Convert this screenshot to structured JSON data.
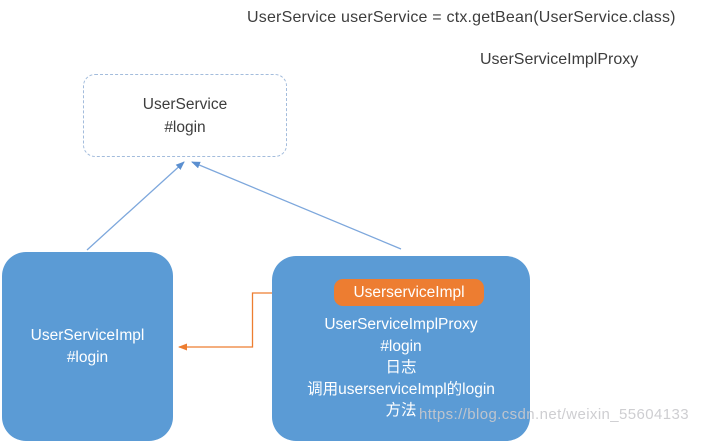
{
  "annotations": {
    "code_line": "UserService userService = ctx.getBean(UserService.class)",
    "proxy_label": "UserServiceImplProxy"
  },
  "nodes": {
    "interface": {
      "title": "UserService",
      "method": "#login"
    },
    "impl": {
      "title": "UserServiceImpl",
      "method": "#login"
    },
    "proxy": {
      "field_tag": "UserserviceImpl",
      "lines": [
        "UserServiceImplProxy",
        "#login",
        "日志",
        "调用userserviceImpl的login",
        "方法"
      ]
    }
  },
  "watermark": "https://blog.csdn.net/weixin_55604133",
  "colors": {
    "node_fill": "#5b9bd5",
    "tag_fill": "#ed7d31",
    "connector_blue": "#7da7dc",
    "arrowhead_blue": "#5b8fd0",
    "connector_orange": "#ed7d31",
    "dashed_border": "#a3bcdc",
    "text_dark": "#3d3d3d",
    "watermark": "#c9c9cd"
  }
}
